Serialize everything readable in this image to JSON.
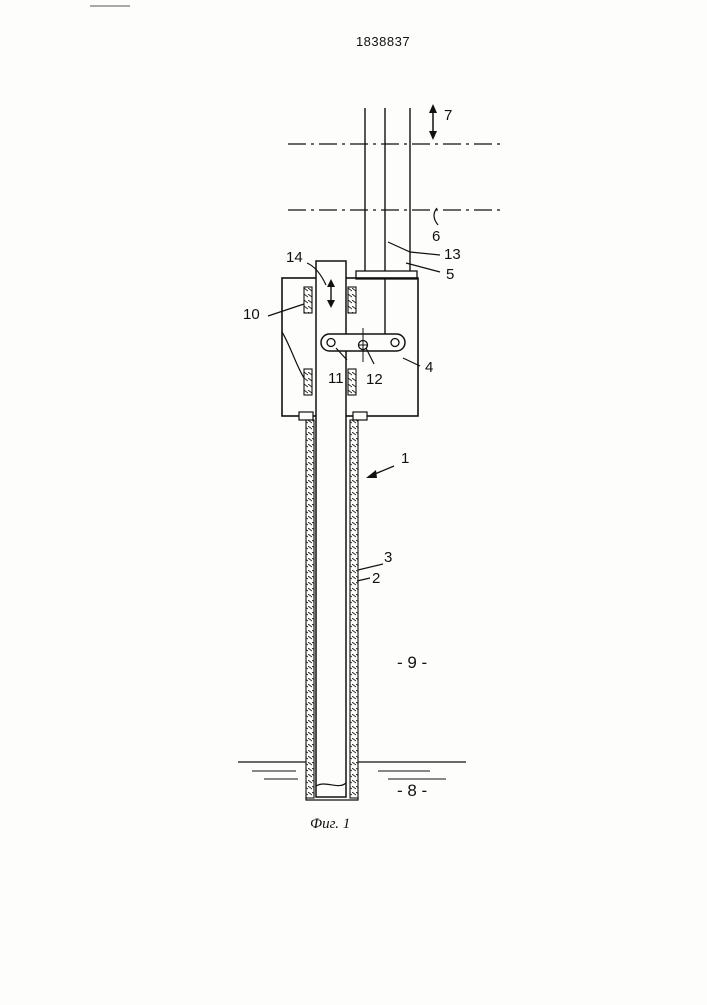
{
  "document": {
    "patent_number": "1838837",
    "caption": "Фиг. 1"
  },
  "labels": {
    "l1": "1",
    "l2": "2",
    "l3": "3",
    "l4": "4",
    "l5": "5",
    "l6": "6",
    "l7": "7",
    "l8": "- 8 -",
    "l9": "- 9 -",
    "l10": "10",
    "l11": "11",
    "l12": "12",
    "l13": "13",
    "l14": "14"
  },
  "colors": {
    "ink": "#111111",
    "paper": "#fdfdfb"
  }
}
